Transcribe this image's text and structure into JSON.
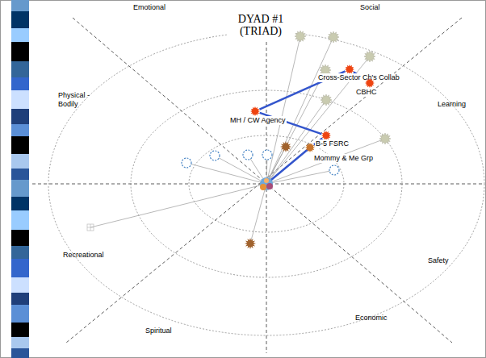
{
  "diagram": {
    "title": "DYAD #1 (TRIAD)",
    "nodes": [
      {
        "text": [
          "Cross-Sector Ch's Collab"
        ]
      },
      {
        "text": [
          "CBHC"
        ]
      },
      {
        "text": [
          "MH / CW Agency"
        ]
      },
      {
        "text": [
          "B-5 FSRC"
        ]
      },
      {
        "text": [
          "Mommy & Me Grp"
        ]
      }
    ],
    "edges": [
      {
        "from": 2,
        "to": 0,
        "arrow": "none"
      },
      {
        "from": 0,
        "to": 1,
        "arrow": "none"
      },
      {
        "from": 2,
        "to": 3,
        "arrow": "none"
      },
      {
        "from": 4,
        "to": 3,
        "arrow": "none"
      }
    ],
    "labels": [
      "Emotional",
      "Social",
      "Physical - Bodily",
      "Learning",
      "Recreational",
      "Safety",
      "Spiritual",
      "Economic"
    ]
  }
}
